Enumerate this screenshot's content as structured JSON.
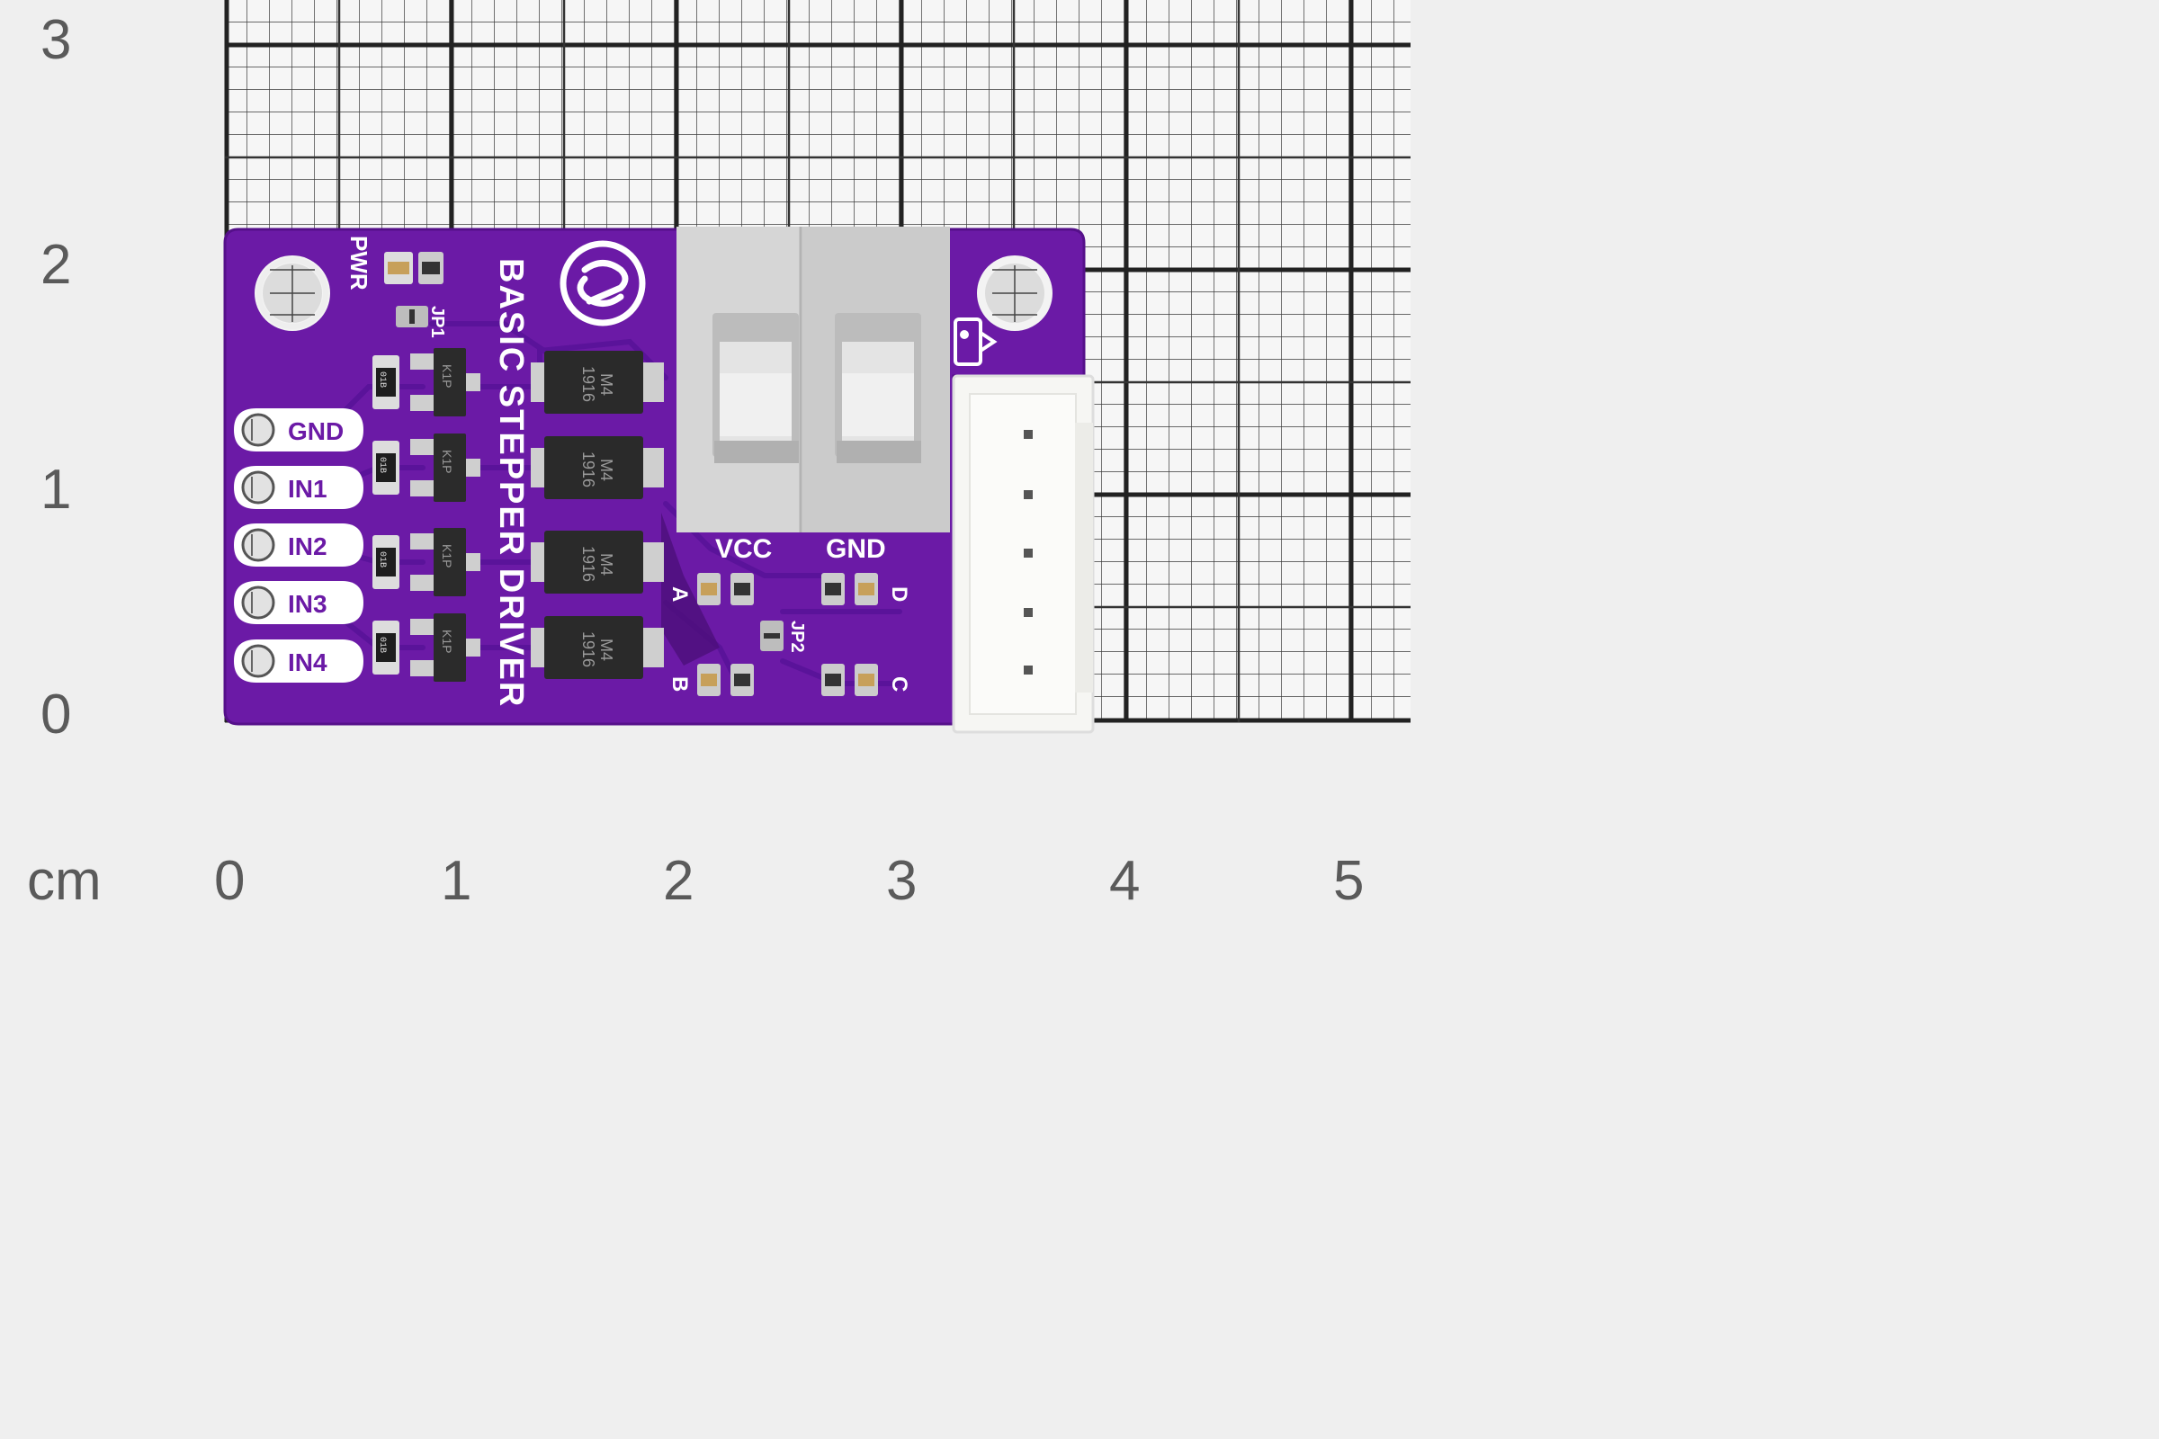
{
  "scale": {
    "unit": "cm",
    "x_ticks": [
      "0",
      "1",
      "2",
      "3",
      "4",
      "5"
    ],
    "y_ticks": [
      "0",
      "1",
      "2",
      "3"
    ]
  },
  "board": {
    "title": "BASIC STEPPER DRIVER",
    "pwr_label": "PWR",
    "jp1_label": "JP1",
    "jp2_label": "JP2",
    "vcc_label": "VCC",
    "gnd_label": "GND",
    "coil_labels": {
      "a": "A",
      "b": "B",
      "c": "C",
      "d": "D"
    },
    "pins": [
      "GND",
      "IN1",
      "IN2",
      "IN3",
      "IN4"
    ],
    "transistor_marking": "K1P",
    "resistor_marking": "01B",
    "diode_marking_line1": "1916",
    "diode_marking_line2": "M4",
    "colors": {
      "pcb": "#6b1aa6",
      "pcb_dark": "#4c0f7a",
      "silkscreen": "#ffffff",
      "terminal_block": "#c8c8c8",
      "connector": "#f2f2ee",
      "background": "#efefef"
    }
  }
}
